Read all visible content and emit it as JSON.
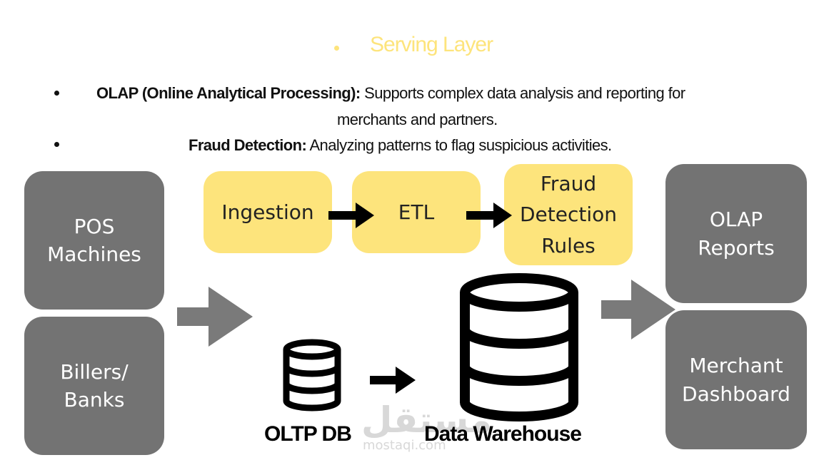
{
  "header": {
    "title": "Serving Layer",
    "accent_color": "#fde47c"
  },
  "bullets": [
    {
      "term": "OLAP (Online Analytical Processing):",
      "text": " Supports complex data analysis and reporting for",
      "text2": "merchants and partners."
    },
    {
      "term": "Fraud Detection:",
      "text": " Analyzing patterns to flag suspicious activities."
    }
  ],
  "sources": [
    {
      "line1": "POS",
      "line2": "Machines"
    },
    {
      "line1": "Billers/",
      "line2": "Banks"
    }
  ],
  "pipeline": [
    {
      "label": "Ingestion"
    },
    {
      "label": "ETL"
    },
    {
      "line1": "Fraud",
      "line2": "Detection",
      "line3": "Rules"
    }
  ],
  "outputs": [
    {
      "line1": "OLAP",
      "line2": "Reports"
    },
    {
      "line1": "Merchant",
      "line2": "Dashboard"
    }
  ],
  "storage": {
    "oltp": "OLTP DB",
    "warehouse": "Data Warehouse"
  },
  "watermark": {
    "arabic": "مستقل",
    "latin": "mostaqi.com"
  },
  "icons": [
    "database-icon",
    "arrow-right-icon"
  ],
  "colors": {
    "box_gray": "#737373",
    "box_yellow": "#fde47c",
    "arrow_gray": "#7a7a7a"
  }
}
